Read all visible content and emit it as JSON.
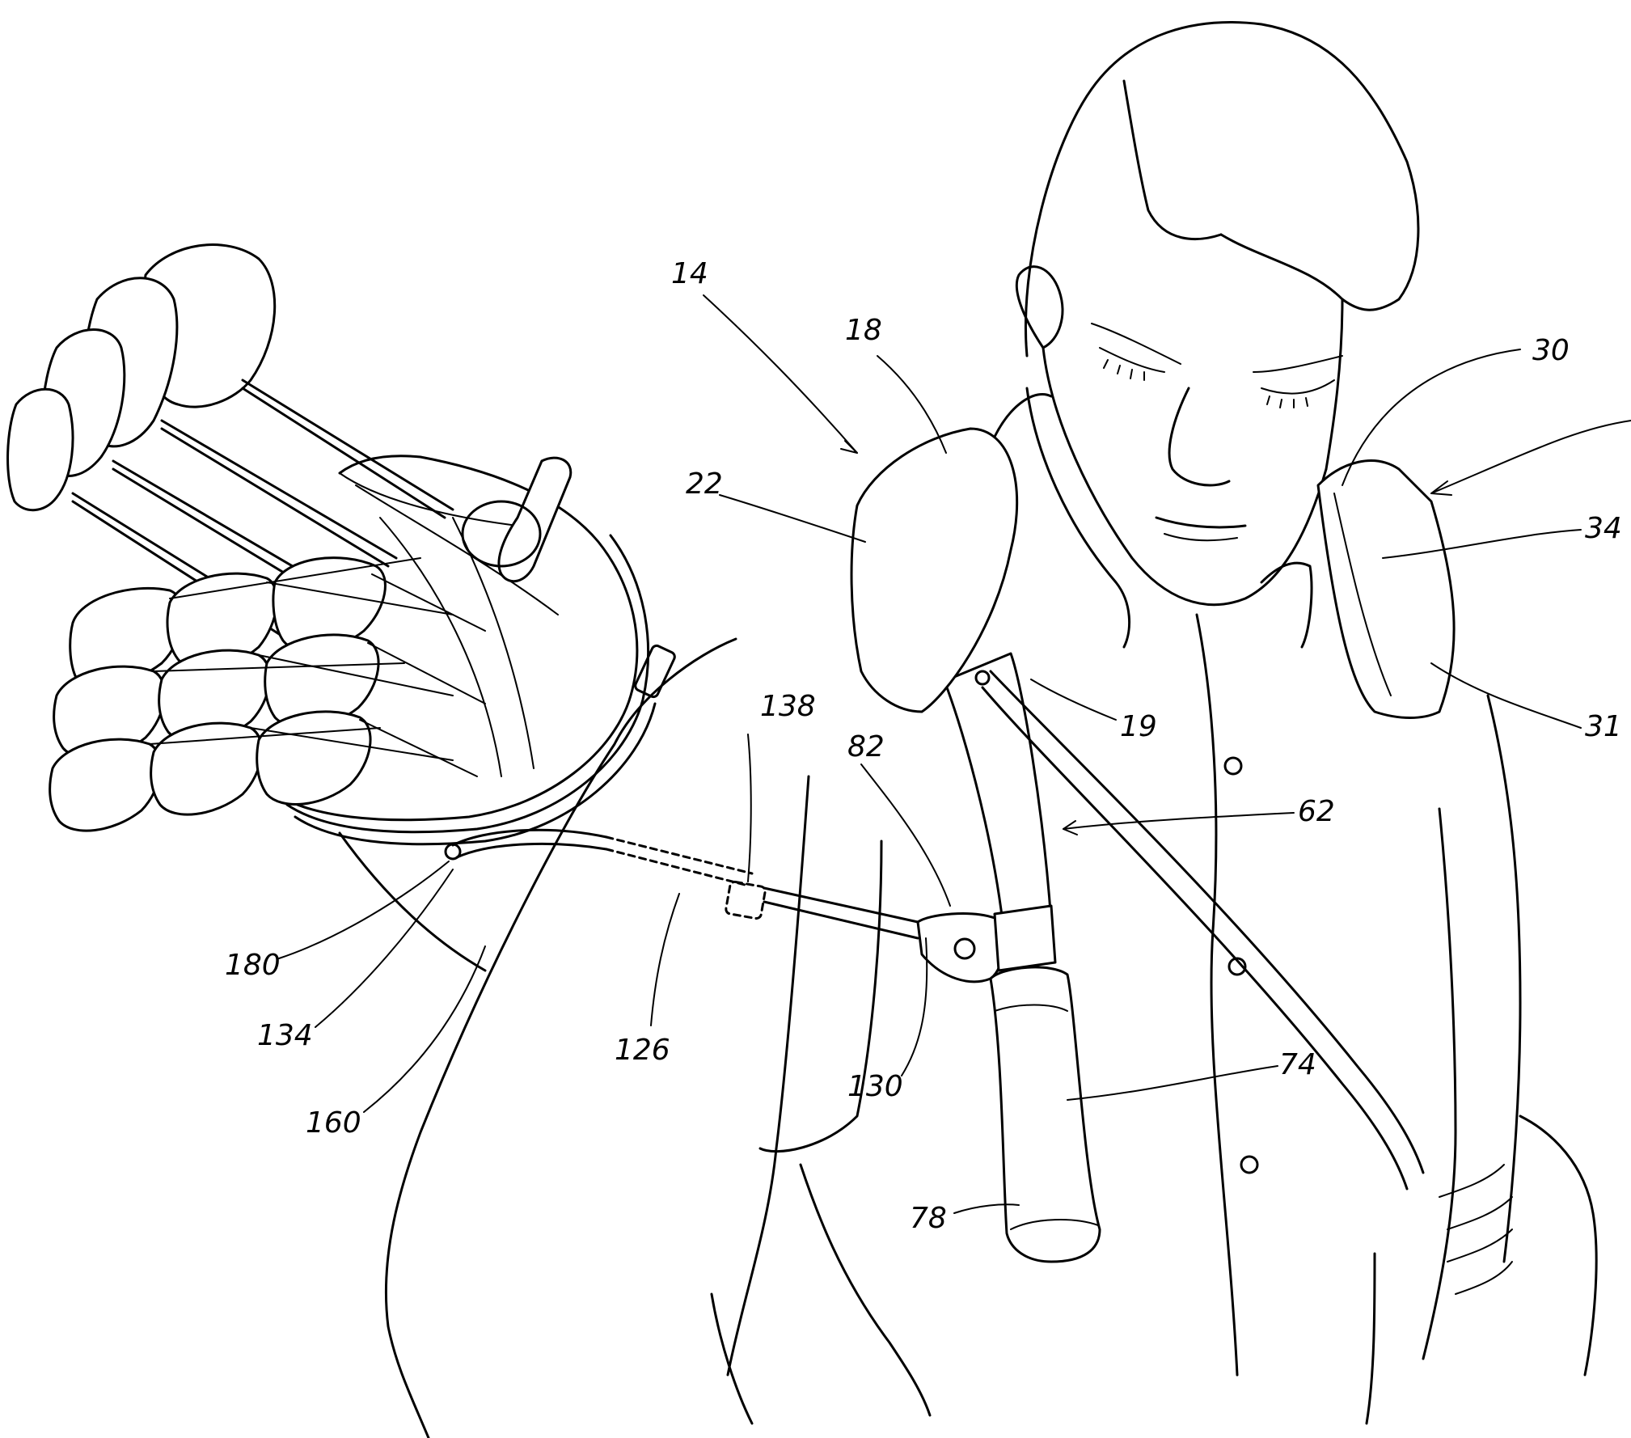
{
  "reference_numerals": {
    "n14": "14",
    "n18": "18",
    "n22": "22",
    "n30": "30",
    "n34": "34",
    "n19": "19",
    "n31": "31",
    "n138": "138",
    "n82": "82",
    "n62": "62",
    "n180": "180",
    "n134": "134",
    "n126": "126",
    "n130": "130",
    "n160": "160",
    "n74": "74",
    "n78": "78"
  }
}
